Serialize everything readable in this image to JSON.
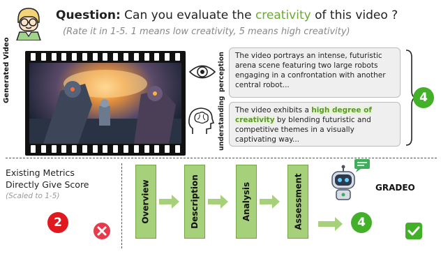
{
  "question": {
    "label": "Question:",
    "text_before": "Can you evaluate the",
    "highlight": "creativity",
    "text_after": "of this video ?",
    "subtitle": "(Rate it in 1-5. 1 means low creativity, 5 means high creativity)"
  },
  "video": {
    "label": "Generated Video"
  },
  "perception": {
    "label": "perception",
    "text": "The video portrays an intense, futuristic arena scene featuring two large robots engaging in a confrontation with another central robot..."
  },
  "understanding": {
    "label": "understanding",
    "text_before": "The video exhibits a",
    "highlight": "high degree of creativity",
    "text_after": "by blending futuristic and competitive themes in a visually captivating way..."
  },
  "top_score": "4",
  "existing": {
    "line1": "Existing Metrics",
    "line2": "Directly Give Score",
    "note": "(Scaled to 1-5)",
    "score": "2"
  },
  "pipeline": {
    "stages": [
      "Overview",
      "Description",
      "Analysis",
      "Assessment"
    ],
    "model_name": "GRADEO",
    "score": "4"
  },
  "colors": {
    "green": "#6aaa32",
    "stage_fill": "#a6d07a",
    "arrow": "#a6d07a",
    "score_green": "#43b02a",
    "red": "#e0191e"
  }
}
